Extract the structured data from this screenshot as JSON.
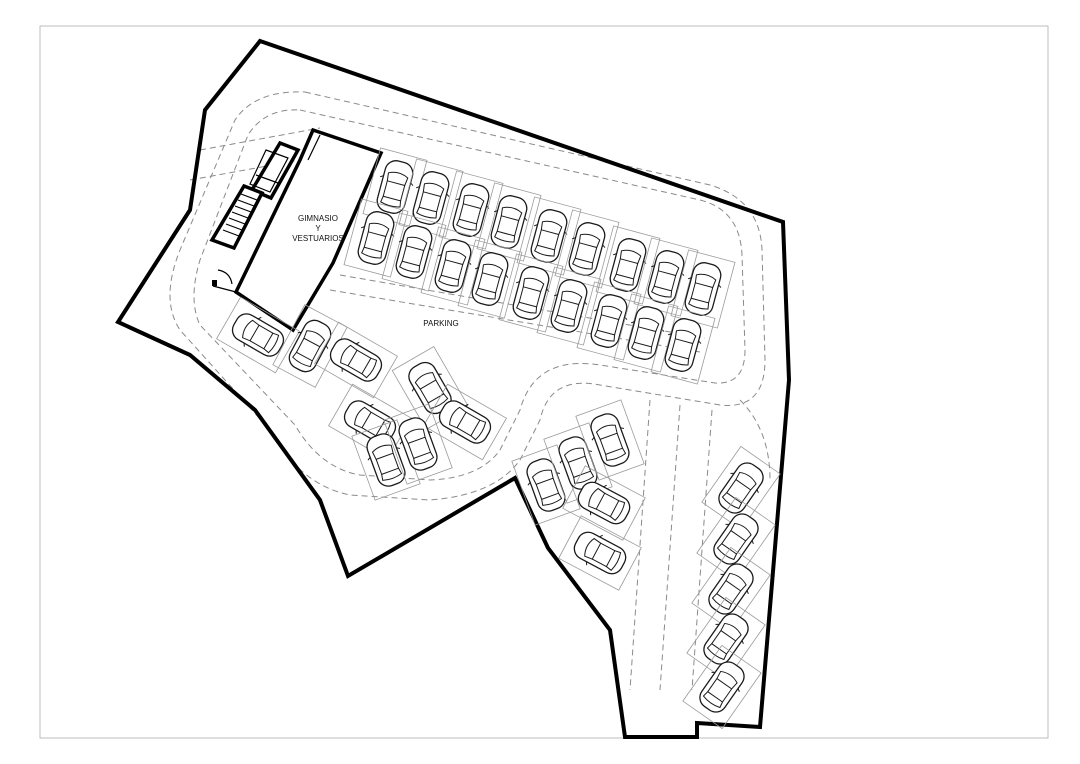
{
  "building": {
    "label_line1": "GIMNASIO",
    "label_line2": "Y",
    "label_line3": "VESTUARIOS"
  },
  "parking": {
    "label": "PARKING"
  }
}
